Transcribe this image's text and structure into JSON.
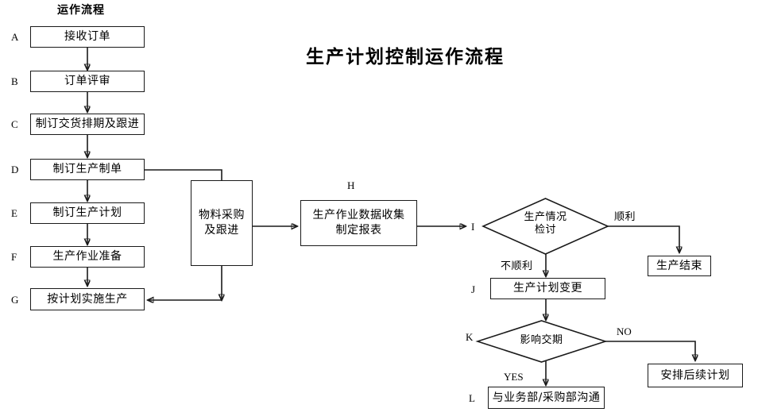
{
  "diagram": {
    "title": "生产计划控制运作流程",
    "column_heading": "运作流程",
    "type": "flowchart"
  },
  "nodes": [
    {
      "tag": "A",
      "label": "接收订单",
      "shape": "process"
    },
    {
      "tag": "B",
      "label": "订单评审",
      "shape": "process"
    },
    {
      "tag": "C",
      "label": "制订交货排期及跟进",
      "shape": "process"
    },
    {
      "tag": "D",
      "label": "制订生产制单",
      "shape": "process"
    },
    {
      "tag": "E",
      "label": "制订生产计划",
      "shape": "process"
    },
    {
      "tag": "F",
      "label": "生产作业准备",
      "shape": "process"
    },
    {
      "tag": "G",
      "label": "按计划实施生产",
      "shape": "process"
    },
    {
      "tag": "H",
      "label_line1": "生产作业数据收集",
      "label_line2": "制定报表",
      "shape": "process"
    },
    {
      "tag": "I",
      "label_line1": "生产情况",
      "label_line2": "检讨",
      "shape": "decision"
    },
    {
      "tag": "J",
      "label": "生产计划变更",
      "shape": "process"
    },
    {
      "tag": "K",
      "label": "影响交期",
      "shape": "decision"
    },
    {
      "tag": "L",
      "label": "与业务部/采购部沟通",
      "shape": "process"
    }
  ],
  "unlabeled_nodes": {
    "material": {
      "line1": "物料采购",
      "line2": "及跟进"
    },
    "production_end": {
      "label": "生产结束"
    },
    "followup_plan": {
      "label": "安排后续计划"
    }
  },
  "edge_labels": {
    "smooth": "顺利",
    "not_smooth": "不顺利",
    "no": "NO",
    "yes": "YES"
  },
  "colors": {
    "stroke": "#1a1a1a",
    "background": "#ffffff",
    "text": "#000000"
  }
}
